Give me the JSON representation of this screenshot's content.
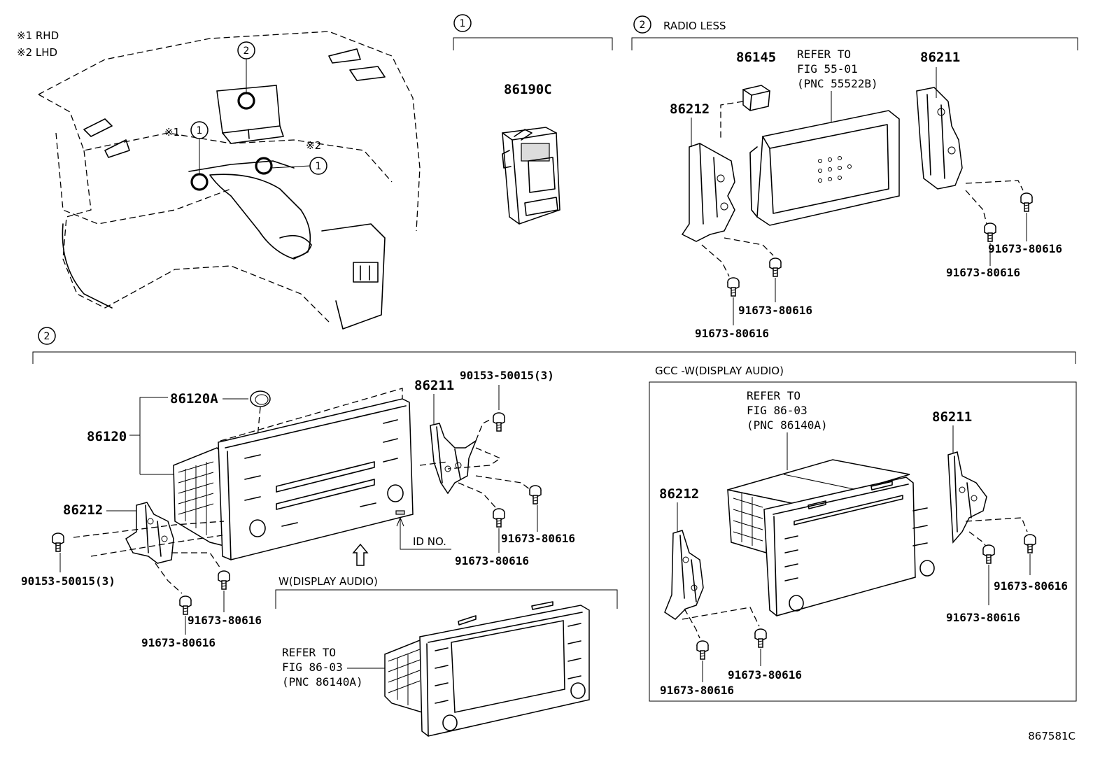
{
  "notes": {
    "rhd": "※1 RHD",
    "lhd": "※2 LHD",
    "mark1": "※1",
    "mark2": "※2"
  },
  "circles": {
    "one": "1",
    "two": "2"
  },
  "sections": {
    "radio_less": "RADIO LESS",
    "display_audio_w": "W(DISPLAY AUDIO)",
    "gcc_display_audio": "GCC -W(DISPLAY AUDIO)"
  },
  "parts": {
    "p86190C": "86190C",
    "p86145": "86145",
    "p86212": "86212",
    "p86211": "86211",
    "p86120A": "86120A",
    "p86120": "86120",
    "bolt_91673": "91673-80616",
    "bolt_90153": "90153-50015(3)"
  },
  "refs": {
    "refer_to": "REFER TO",
    "fig_55_01": "FIG 55-01",
    "pnc_55522B": "(PNC 55522B)",
    "fig_86_03": "FIG 86-03",
    "pnc_86140A": "(PNC 86140A)"
  },
  "labels": {
    "id_no": "ID NO."
  },
  "footer": {
    "illustration_id": "867581C"
  }
}
